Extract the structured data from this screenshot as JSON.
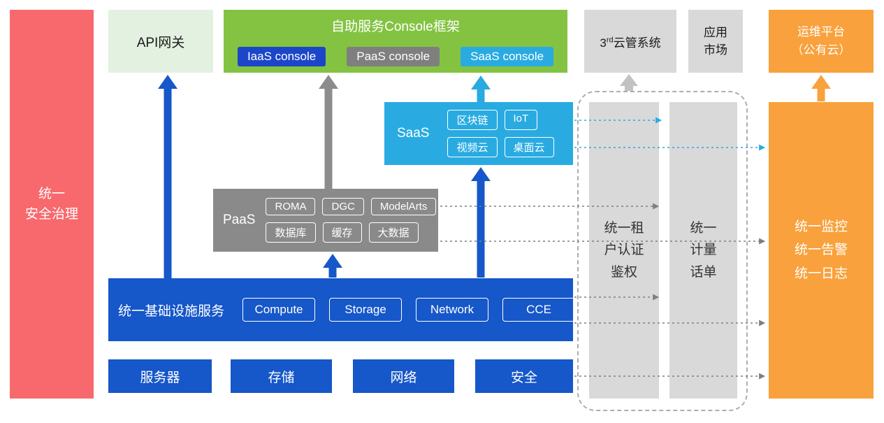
{
  "colors": {
    "red": "#F8696D",
    "pale_green": "#E3F1E0",
    "green": "#84C342",
    "blue": "#1657C9",
    "cyan": "#29ABE2",
    "gray": "#8A8A8A",
    "light_gray": "#D9D9D9",
    "orange": "#F9A13C"
  },
  "left_bar": {
    "label": "统一\n安全治理"
  },
  "top_row": {
    "api_gateway": {
      "label": "API网关"
    },
    "console_framework": {
      "title": "自助服务Console框架",
      "consoles": [
        {
          "label": "IaaS console"
        },
        {
          "label": "PaaS console"
        },
        {
          "label": "SaaS console"
        }
      ]
    },
    "third_party_cloud": {
      "prefix": "3",
      "sup": "rd",
      "suffix": "云管系统"
    },
    "app_market": {
      "label": "应用\n市场"
    },
    "ops_platform": {
      "label": "运维平台\n（公有云）"
    }
  },
  "saas_box": {
    "label": "SaaS",
    "items": [
      {
        "label": "区块链"
      },
      {
        "label": "IoT"
      },
      {
        "label": "视频云"
      },
      {
        "label": "桌面云"
      }
    ]
  },
  "paas_box": {
    "label": "PaaS",
    "items": [
      {
        "label": "ROMA"
      },
      {
        "label": "DGC"
      },
      {
        "label": "ModelArts"
      },
      {
        "label": "数据库"
      },
      {
        "label": "缓存"
      },
      {
        "label": "大数据"
      }
    ]
  },
  "iaas_box": {
    "label": "统一基础设施服务",
    "items": [
      {
        "label": "Compute"
      },
      {
        "label": "Storage"
      },
      {
        "label": "Network"
      },
      {
        "label": "CCE"
      }
    ]
  },
  "resource_row": [
    {
      "label": "服务器"
    },
    {
      "label": "存储"
    },
    {
      "label": "网络"
    },
    {
      "label": "安全"
    }
  ],
  "right_panel": {
    "auth_bar": {
      "label": "统一租\n户认证\n鉴权"
    },
    "billing_bar": {
      "label": "统一\n计量\n话单"
    },
    "monitor_bar": {
      "label": "统一监控\n统一告警\n统一日志"
    }
  }
}
